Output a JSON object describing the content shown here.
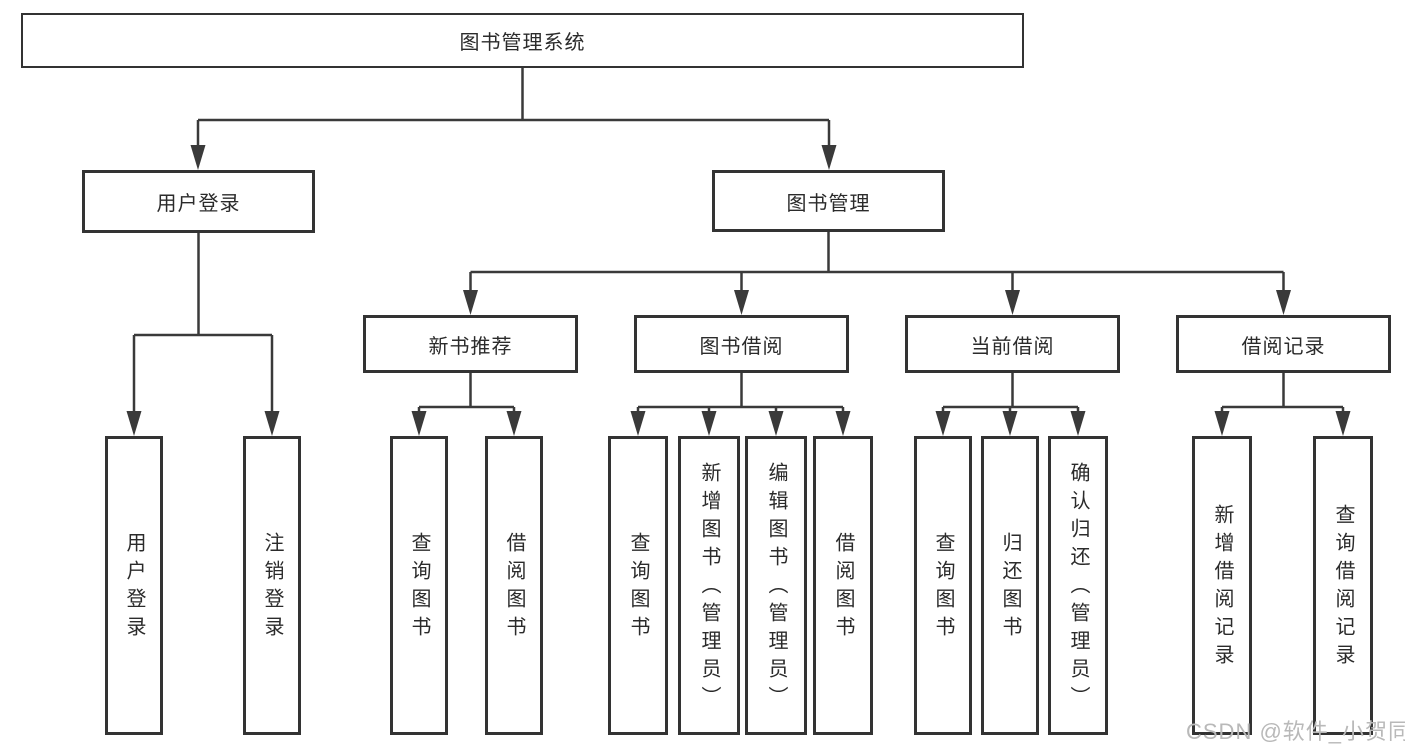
{
  "diagram": {
    "type": "hierarchy",
    "tree": {
      "label": "图书管理系统",
      "children": [
        {
          "label": "用户登录",
          "children": [
            {
              "label": "用户登录"
            },
            {
              "label": "注销登录"
            }
          ]
        },
        {
          "label": "图书管理",
          "children": [
            {
              "label": "新书推荐",
              "children": [
                {
                  "label": "查询图书"
                },
                {
                  "label": "借阅图书"
                }
              ]
            },
            {
              "label": "图书借阅",
              "children": [
                {
                  "label": "查询图书"
                },
                {
                  "label": "新增图书（管理员）"
                },
                {
                  "label": "编辑图书（管理员）"
                },
                {
                  "label": "借阅图书"
                }
              ]
            },
            {
              "label": "当前借阅",
              "children": [
                {
                  "label": "查询图书"
                },
                {
                  "label": "归还图书"
                },
                {
                  "label": "确认归还（管理员）"
                }
              ]
            },
            {
              "label": "借阅记录",
              "children": [
                {
                  "label": "新增借阅记录"
                },
                {
                  "label": "查询借阅记录"
                }
              ]
            }
          ]
        }
      ]
    },
    "colors": {
      "line": "#3a3a3a",
      "box_border": "#333333",
      "text": "#2b2b2b",
      "background": "#ffffff",
      "watermark": "#b9b9b9"
    }
  },
  "watermark": {
    "text": "CSDN @软件_小贺同学"
  }
}
